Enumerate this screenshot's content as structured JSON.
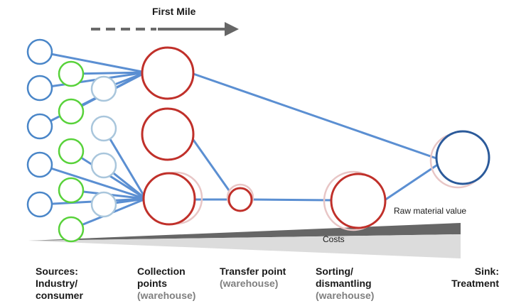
{
  "header": {
    "title": "First Mile"
  },
  "labels": {
    "raw_material_value": "Raw material value",
    "costs": "Costs"
  },
  "stages": [
    {
      "id": "sources",
      "lines": [
        "Sources:",
        "Industry/",
        "consumer"
      ],
      "sub": ""
    },
    {
      "id": "collection",
      "lines": [
        "Collection",
        "points"
      ],
      "sub": "(warehouse)"
    },
    {
      "id": "transfer",
      "lines": [
        "Transfer point"
      ],
      "sub": "(warehouse)"
    },
    {
      "id": "sorting",
      "lines": [
        "Sorting/",
        "dismantling"
      ],
      "sub": "(warehouse)"
    },
    {
      "id": "sink",
      "lines": [
        "Sink:",
        "Treatment"
      ],
      "sub": ""
    }
  ],
  "colors": {
    "source_blue": "#4a86c8",
    "green": "#58d23a",
    "light_blue": "#a9c6dc",
    "red": "#c0302a",
    "sink_blue": "#2b5a9a",
    "connector": "#5b8fd2",
    "arrow": "#666666",
    "wedge_dark": "#666666",
    "wedge_light": "#dcdcdc"
  }
}
